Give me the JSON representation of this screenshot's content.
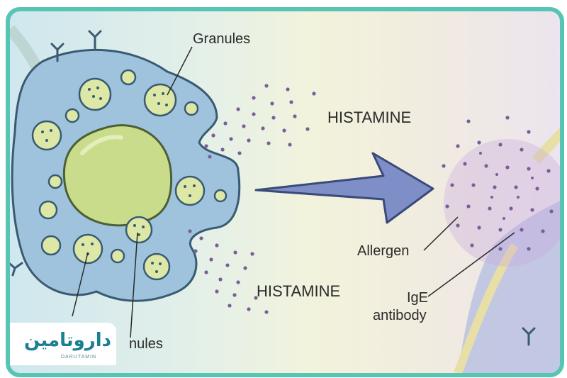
{
  "labels": {
    "granules_top": "Granules",
    "granules_bottom": "nules",
    "dots": "...",
    "histamine_top": "HISTAMINE",
    "histamine_bottom": "HISTAMINE",
    "allergen": "Allergen",
    "ige_line1": "IgE",
    "ige_line2": "antibody"
  },
  "logo": {
    "text": "داروتامین",
    "subtext": "DARUTAMIN"
  },
  "colors": {
    "frame": "#57c4b4",
    "cell_fill": "#9fc3dd",
    "cell_outline": "#3a5a72",
    "nucleus": "#c9dc8c",
    "granule": "#dde8a6",
    "histamine_dot": "#7a5e98",
    "arrow": "#7e8fc7"
  }
}
